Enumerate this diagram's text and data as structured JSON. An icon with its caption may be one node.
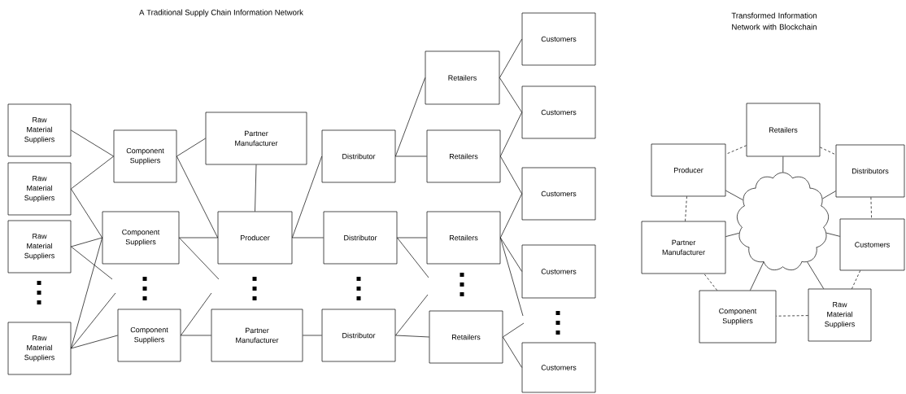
{
  "diagram": {
    "nodes": [
      {
        "text": [
          "Raw Material Suppliers"
        ]
      },
      {
        "text": [
          "Raw Material Suppliers"
        ]
      },
      {
        "text": [
          "Raw Material Suppliers"
        ]
      },
      {
        "text": [
          "Raw Material Suppliers"
        ]
      },
      {
        "text": [
          "Component Suppliers"
        ]
      },
      {
        "text": [
          "Component Suppliers"
        ]
      },
      {
        "text": [
          "Component Suppliers"
        ]
      },
      {
        "text": [
          "Partner Manufacturer"
        ]
      },
      {
        "text": [
          "Producer"
        ]
      },
      {
        "text": [
          "Partner Manufacturer"
        ]
      },
      {
        "text": [
          "Distributor"
        ]
      },
      {
        "text": [
          "Distributor"
        ]
      },
      {
        "text": [
          "Distributor"
        ]
      },
      {
        "text": [
          "Retailers"
        ]
      },
      {
        "text": [
          "Retailers"
        ]
      },
      {
        "text": [
          "Retailers"
        ]
      },
      {
        "text": [
          "Retailers"
        ]
      },
      {
        "text": [
          "Customers"
        ]
      },
      {
        "text": [
          "Customers"
        ]
      },
      {
        "text": [
          "Customers"
        ]
      },
      {
        "text": [
          "Customers"
        ]
      },
      {
        "text": [
          "Customers"
        ]
      },
      {
        "text": [
          "Retailers"
        ]
      },
      {
        "text": [
          "Producer"
        ]
      },
      {
        "text": [
          "Distributors"
        ]
      },
      {
        "text": [
          "Partner Manufacturer"
        ]
      },
      {
        "text": [
          "Customers"
        ]
      },
      {
        "text": [
          "Component Suppliers"
        ]
      },
      {
        "text": [
          "Raw Material Suppliers"
        ]
      },
      {
        "text": [],
        "shape": "cloud"
      }
    ],
    "edges": [
      {
        "from": 0,
        "to": 4,
        "arrow": "none"
      },
      {
        "from": 1,
        "to": 4,
        "arrow": "none"
      },
      {
        "from": 1,
        "to": 5,
        "arrow": "none"
      },
      {
        "from": 2,
        "to": 5,
        "arrow": "none"
      },
      {
        "from": 2,
        "to": null,
        "arrow": "none"
      },
      {
        "from": 3,
        "to": 5,
        "arrow": "none"
      },
      {
        "from": 3,
        "to": null,
        "arrow": "none"
      },
      {
        "from": 3,
        "to": 6,
        "arrow": "none"
      },
      {
        "from": 4,
        "to": 7,
        "arrow": "none"
      },
      {
        "from": 4,
        "to": 8,
        "arrow": "none"
      },
      {
        "from": 5,
        "to": 8,
        "arrow": "none"
      },
      {
        "from": 5,
        "to": null,
        "arrow": "none"
      },
      {
        "from": 6,
        "to": null,
        "arrow": "none"
      },
      {
        "from": 6,
        "to": 9,
        "arrow": "none"
      },
      {
        "from": 7,
        "to": 8,
        "arrow": "none"
      },
      {
        "from": 8,
        "to": 10,
        "arrow": "none"
      },
      {
        "from": 8,
        "to": 11,
        "arrow": "none"
      },
      {
        "from": 9,
        "to": 12,
        "arrow": "none"
      },
      {
        "from": 10,
        "to": 13,
        "arrow": "none"
      },
      {
        "from": 10,
        "to": 14,
        "arrow": "none"
      },
      {
        "from": 11,
        "to": 15,
        "arrow": "none"
      },
      {
        "from": 11,
        "to": null,
        "arrow": "none"
      },
      {
        "from": 12,
        "to": null,
        "arrow": "none"
      },
      {
        "from": 12,
        "to": 16,
        "arrow": "none"
      },
      {
        "from": 13,
        "to": 17,
        "arrow": "none"
      },
      {
        "from": 13,
        "to": 18,
        "arrow": "none"
      },
      {
        "from": 14,
        "to": 18,
        "arrow": "none"
      },
      {
        "from": 14,
        "to": 19,
        "arrow": "none"
      },
      {
        "from": 15,
        "to": 19,
        "arrow": "none"
      },
      {
        "from": 15,
        "to": 20,
        "arrow": "none"
      },
      {
        "from": 15,
        "to": null,
        "arrow": "none"
      },
      {
        "from": 16,
        "to": null,
        "arrow": "none"
      },
      {
        "from": 16,
        "to": 21,
        "arrow": "none"
      },
      {
        "from": 22,
        "to": 29,
        "arrow": "none"
      },
      {
        "from": 23,
        "to": 29,
        "arrow": "none"
      },
      {
        "from": 24,
        "to": 29,
        "arrow": "none"
      },
      {
        "from": 25,
        "to": 29,
        "arrow": "none"
      },
      {
        "from": 26,
        "to": 29,
        "arrow": "none"
      },
      {
        "from": 27,
        "to": 29,
        "arrow": "none"
      },
      {
        "from": 28,
        "to": 29,
        "arrow": "none"
      },
      {
        "from": 22,
        "to": 23,
        "arrow": "none",
        "style": "dashed"
      },
      {
        "from": 22,
        "to": 24,
        "arrow": "none",
        "style": "dashed"
      },
      {
        "from": 24,
        "to": 26,
        "arrow": "none",
        "style": "dashed"
      },
      {
        "from": 26,
        "to": 28,
        "arrow": "none",
        "style": "dashed"
      },
      {
        "from": 28,
        "to": 27,
        "arrow": "none",
        "style": "dashed"
      },
      {
        "from": 27,
        "to": 25,
        "arrow": "none",
        "style": "dashed"
      },
      {
        "from": 25,
        "to": 23,
        "arrow": "none",
        "style": "dashed"
      }
    ],
    "labels": [
      "A Traditional Supply Chain Information Network",
      "Transformed Information Network with Blockchain"
    ]
  }
}
